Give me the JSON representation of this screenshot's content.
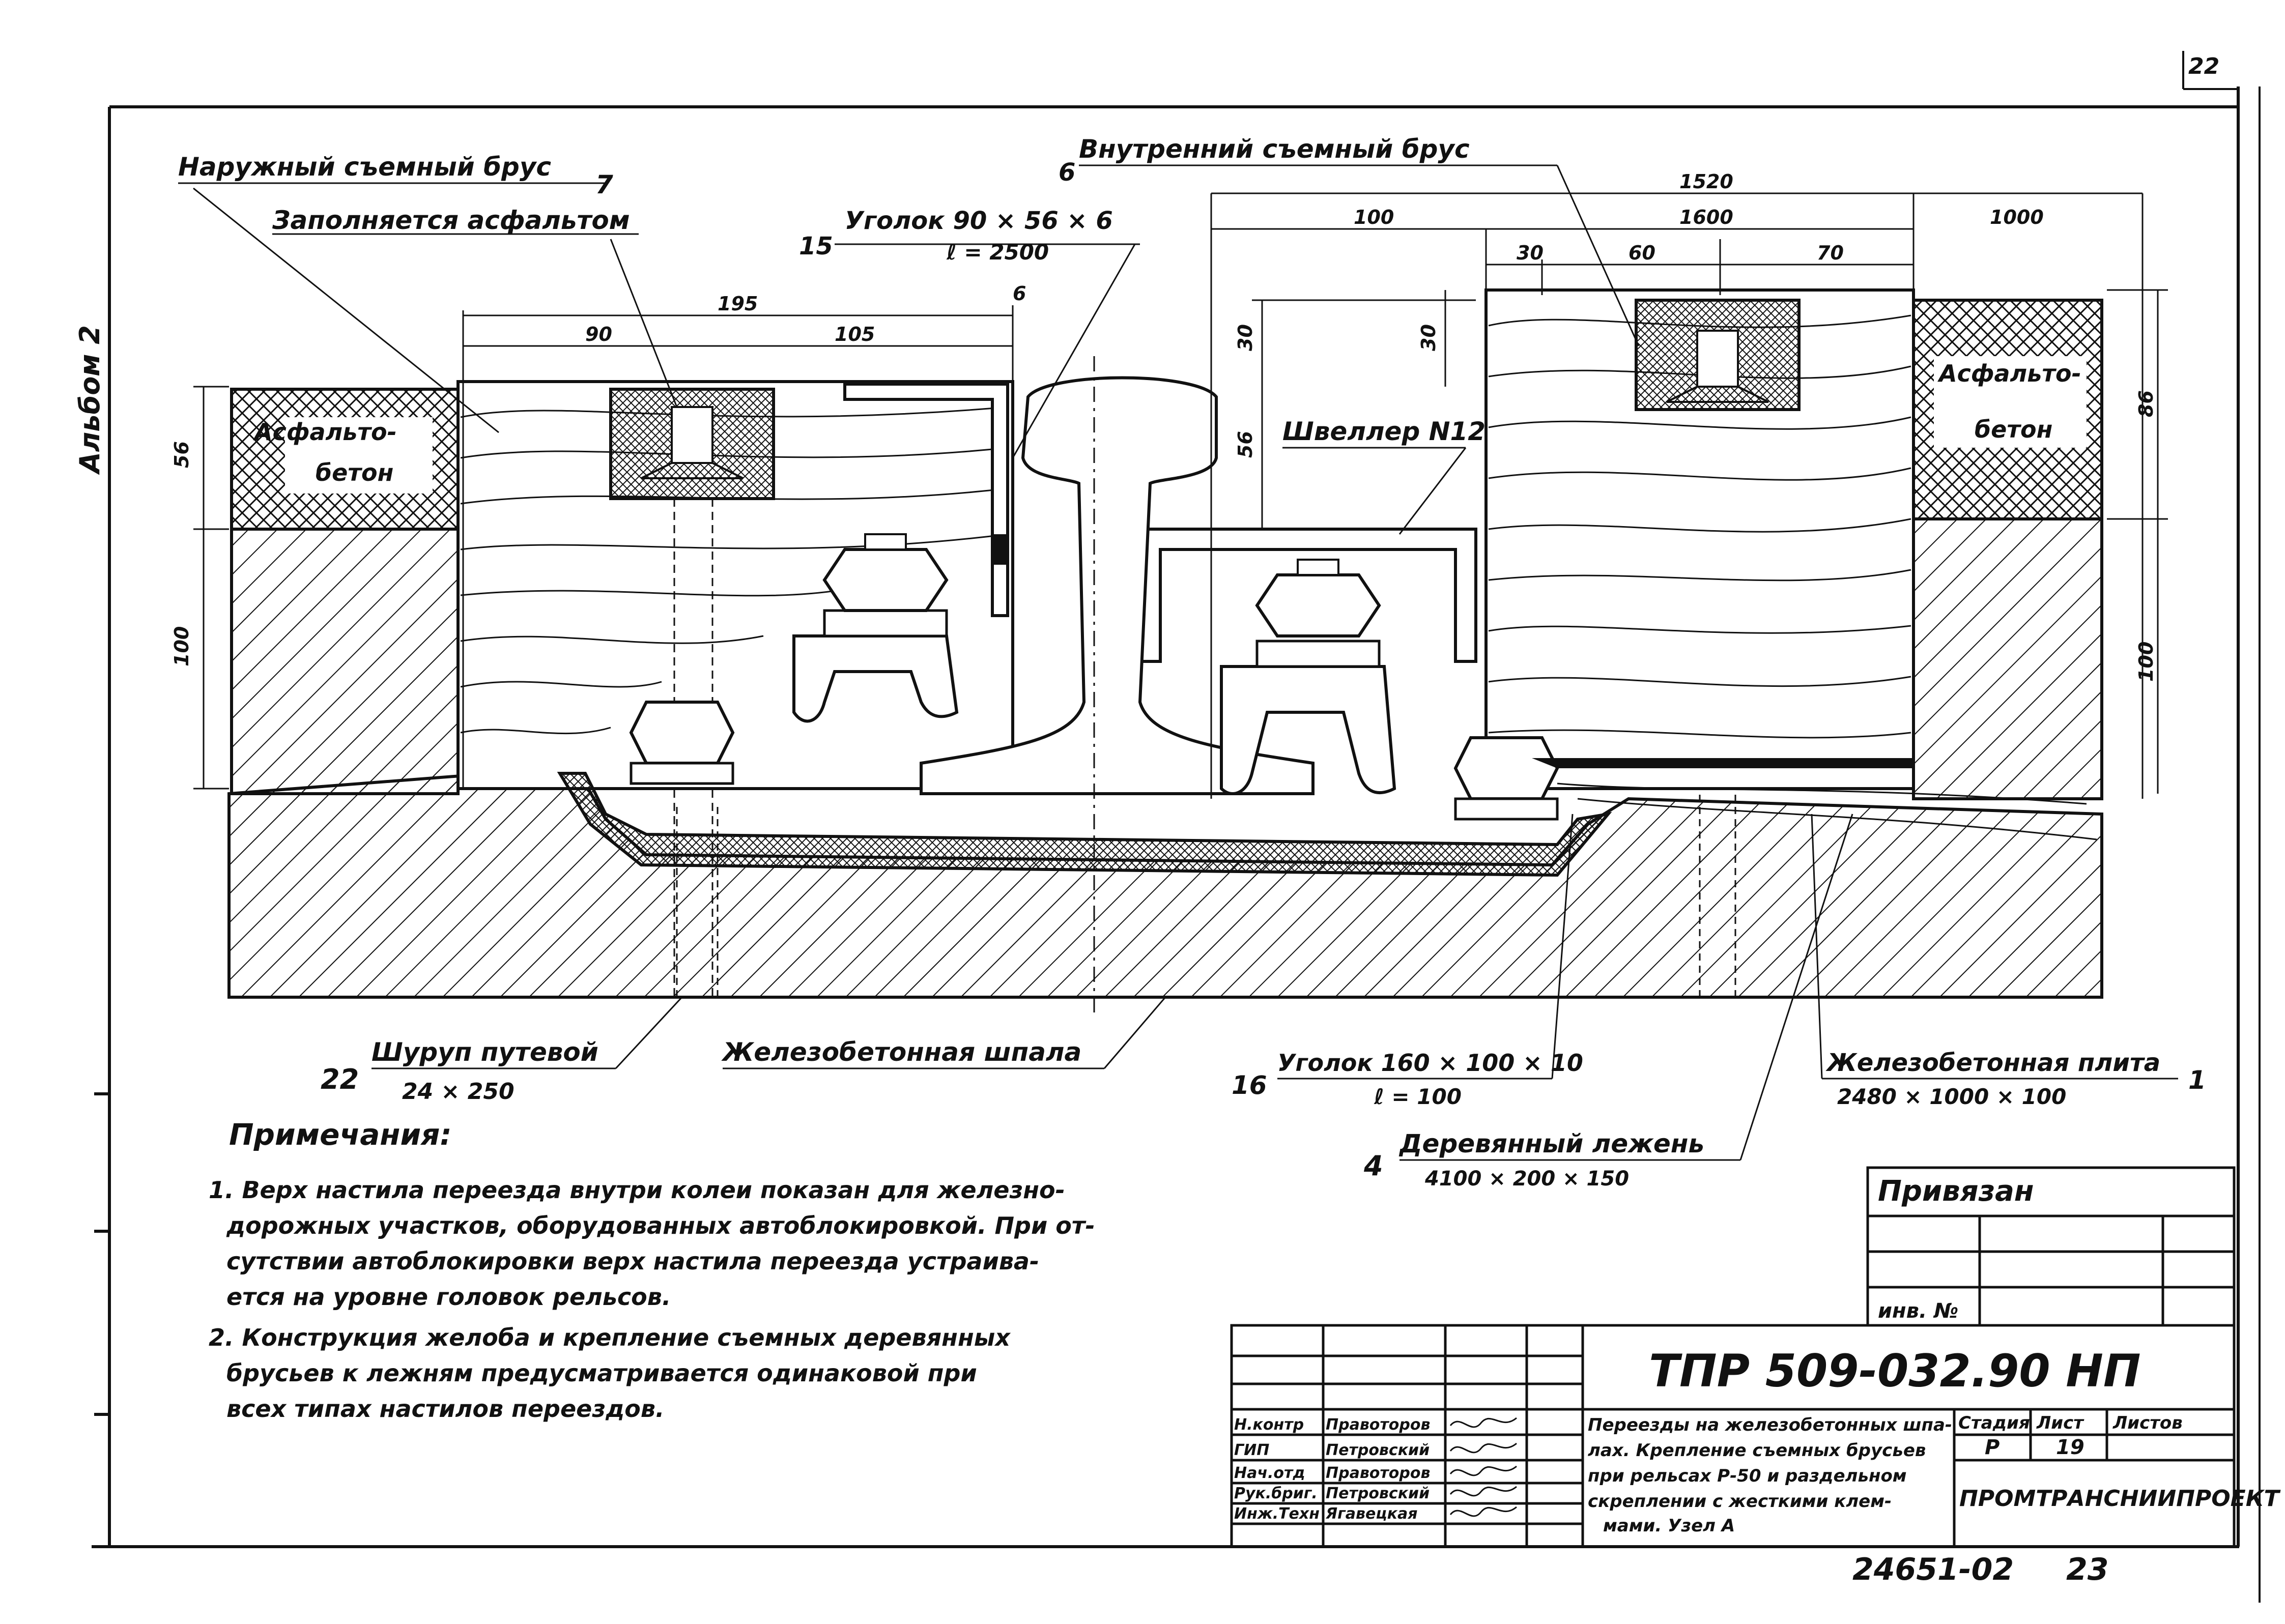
{
  "page_number": "22",
  "album_label": "Альбом 2",
  "callouts": {
    "outer_beam": {
      "text": "Наружный съемный брус",
      "num": "7"
    },
    "asphalt_fill": {
      "text": "Заполняется асфальтом"
    },
    "angle_small": {
      "num": "15",
      "text": "Уголок 90 × 56 × 6",
      "sub": "ℓ = 2500"
    },
    "inner_beam": {
      "num": "6",
      "text": "Внутренний съемный брус"
    },
    "channel": {
      "text": "Швеллер N12"
    },
    "asphalt_left": {
      "line1": "Асфальто-",
      "line2": "бетон"
    },
    "asphalt_right": {
      "line1": "Асфальто-",
      "line2": "бетон"
    },
    "screw": {
      "num": "22",
      "text": "Шуруп путевой",
      "sub": "24 × 250"
    },
    "sleeper": {
      "text": "Железобетонная шпала"
    },
    "angle_large": {
      "num": "16",
      "text": "Уголок 160 × 100 × 10",
      "sub": "ℓ = 100"
    },
    "wood_bed": {
      "num": "4",
      "text": "Деревянный лежень",
      "sub": "4100 × 200 × 150"
    },
    "slab": {
      "text": "Железобетонная плита",
      "num": "1",
      "sub": "2480 × 1000 × 100"
    }
  },
  "dimensions": {
    "d1520": "1520",
    "d100_top": "100",
    "d1600": "1600",
    "d1000": "1000",
    "d30a": "30",
    "d60": "60",
    "d70": "70",
    "d195": "195",
    "d90": "90",
    "d105": "105",
    "d6": "6",
    "v56_left": "56",
    "v100_left": "100",
    "v30_mid": "30",
    "v56_mid": "56",
    "v30_right": "30",
    "v86_right": "86",
    "v100_right": "100"
  },
  "notes": {
    "title": "Примечания:",
    "n1_l1": "1. Верх настила переезда внутри колеи показан для железно-",
    "n1_l2": "дорожных участков, оборудованных автоблокировкой. При от-",
    "n1_l3": "сутствии автоблокировки верх настила переезда устраива-",
    "n1_l4": "ется на уровне головок рельсов.",
    "n2_l1": "2. Конструкция желоба и крепление съемных деревянных",
    "n2_l2": "брусьев к лежням предусматривается одинаковой при",
    "n2_l3": "всех типах настилов переездов."
  },
  "stamp": {
    "title": "Привязан",
    "inv": "инв. №"
  },
  "title_block": {
    "code": "ТПР 509-032.90 НП",
    "desc_l1": "Переезды на железобетонных шпа-",
    "desc_l2": "лах. Крепление съемных брусьев",
    "desc_l3": "при рельсах Р-50 и раздельном",
    "desc_l4": "скреплении с жесткими клем-",
    "desc_l5": "мами. Узел А",
    "stage_h": "Стадия",
    "sheet_h": "Лист",
    "sheets_h": "Листов",
    "stage": "Р",
    "sheet": "19",
    "org": "ПРОМТРАНСНИИПРОЕКТ",
    "number": "24651-02",
    "page": "23",
    "roles": [
      {
        "role": "Н.контр",
        "name": "Правоторов"
      },
      {
        "role": "ГИП",
        "name": "Петровский"
      },
      {
        "role": "Нач.отд",
        "name": "Правоторов"
      },
      {
        "role": "Рук.бриг.",
        "name": "Петровский"
      },
      {
        "role": "Инж.Техн",
        "name": "Ягавецкая"
      }
    ]
  }
}
